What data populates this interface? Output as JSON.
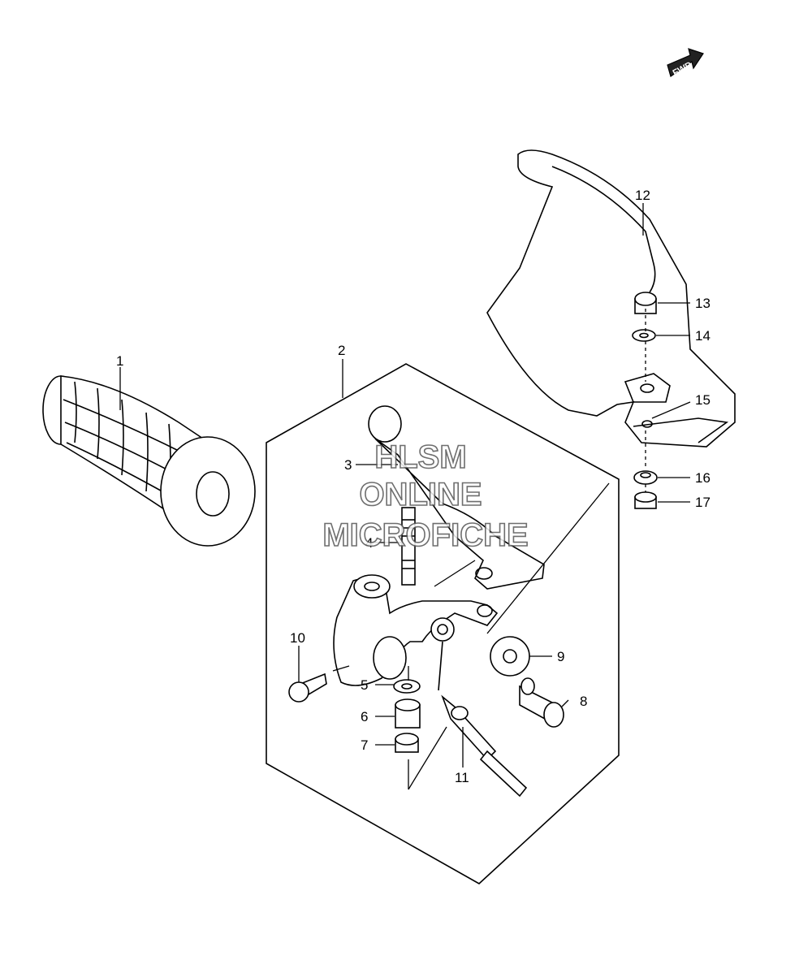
{
  "fwd_label": "FWD",
  "watermark": {
    "line1": "HLSM",
    "line2": "ONLINE",
    "line3": "MICROFICHE"
  },
  "callouts": [
    "1",
    "2",
    "3",
    "4",
    "5",
    "6",
    "7",
    "8",
    "9",
    "10",
    "11",
    "12",
    "13",
    "14",
    "15",
    "16",
    "17"
  ]
}
